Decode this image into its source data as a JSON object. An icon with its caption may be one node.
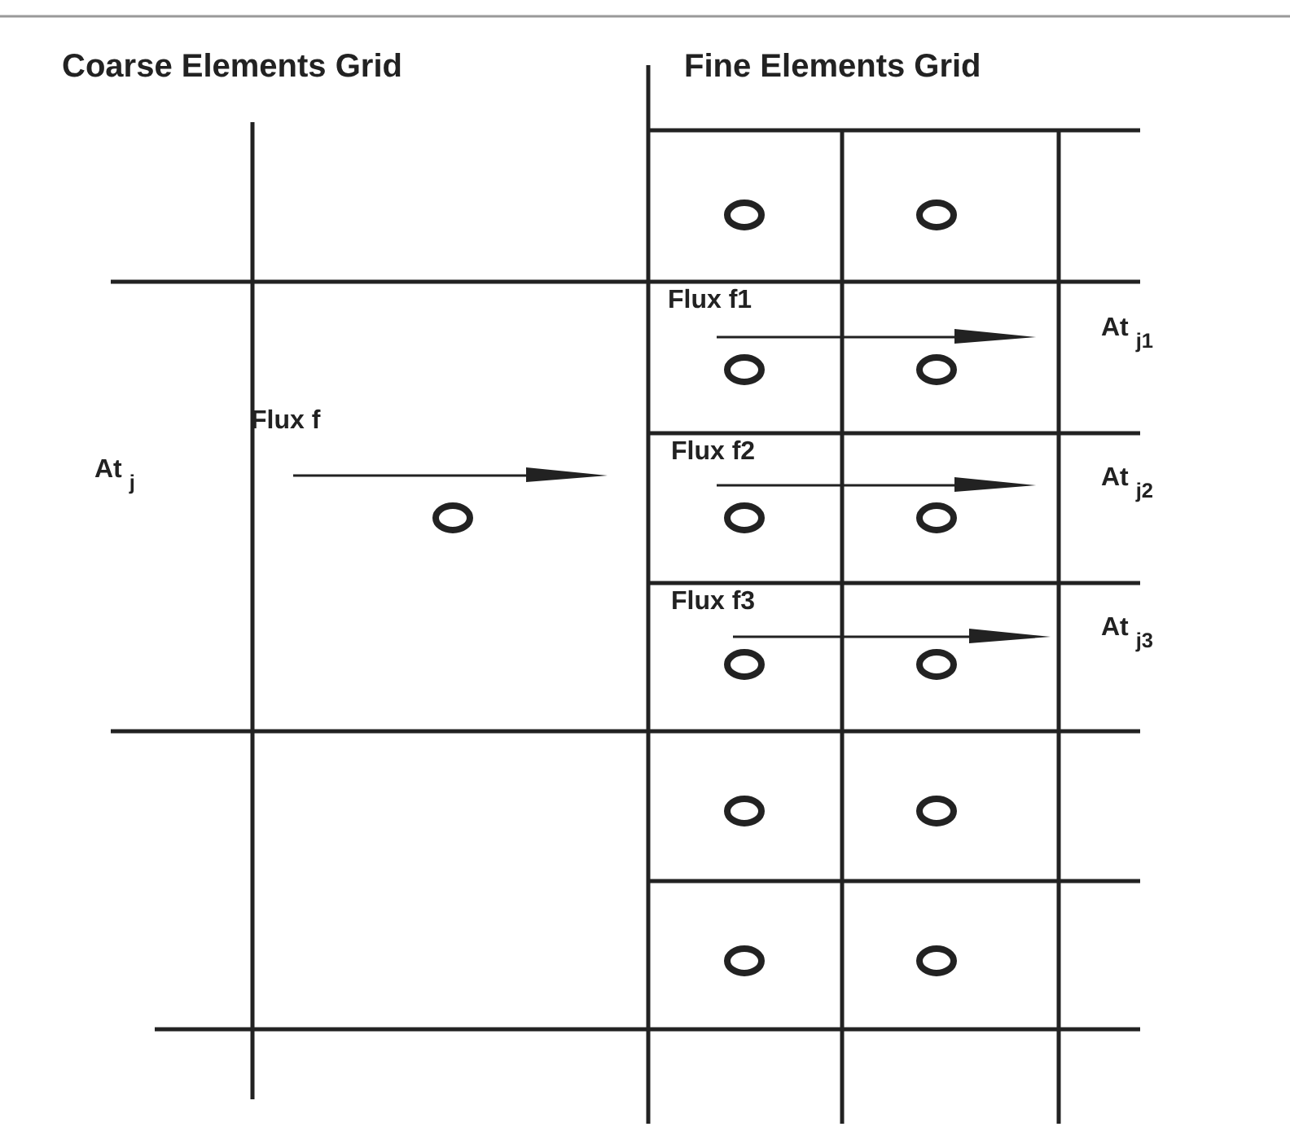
{
  "diagram": {
    "labels": [
      "Coarse Elements Grid",
      "Fine Elements Grid",
      "Flux f1",
      "At $_{j1}$",
      "Flux f",
      "Flux f2",
      "At $_{j}$",
      "At $_{j2}$",
      "Flux f3",
      "At $_{j3}$"
    ]
  }
}
